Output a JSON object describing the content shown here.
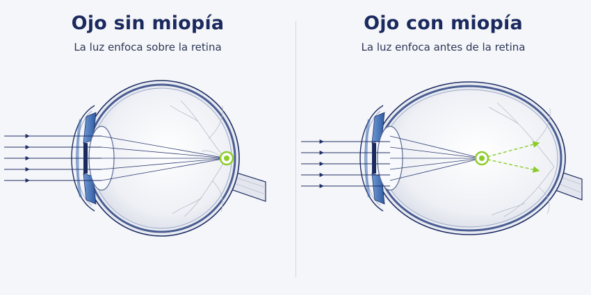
{
  "left_panel": {
    "title": "Ojo sin miopía",
    "subtitle": "La luz enfoca sobre la retina",
    "focus": "on-retina"
  },
  "right_panel": {
    "title": "Ojo con miopía",
    "subtitle": "La luz enfoca antes de la retina",
    "focus": "before-retina"
  },
  "colors": {
    "title": "#1b2a5e",
    "outline": "#1e2d63",
    "iris": "#3d6db3",
    "focus": "#8ccc2a",
    "background": "#f5f6f9"
  },
  "icons": [
    "light-ray-arrow",
    "focal-point-marker"
  ]
}
